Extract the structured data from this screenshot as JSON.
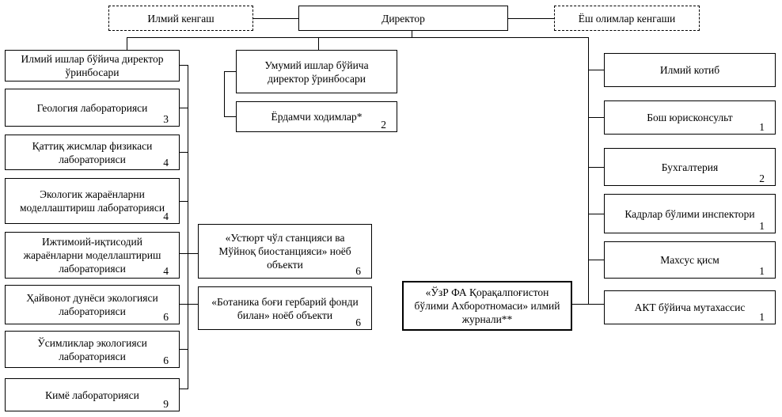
{
  "colors": {
    "line": "#000000",
    "background": "#ffffff",
    "text": "#000000"
  },
  "top_row": {
    "scientific_council": "Илмий кенгаш",
    "director": "Директор",
    "young_scientists_council": "Ёш олимлар кенгаши"
  },
  "left_column": {
    "deputy_science": "Илмий ишлар бўйича директор ўринбосари",
    "labs": [
      {
        "label": "Геология лабораторияси",
        "count": "3"
      },
      {
        "label": "Қаттиқ жисмлар физикаси лабораторияси",
        "count": "4"
      },
      {
        "label": "Экологик жараёнларни моделлаштириш лабораторияси",
        "count": "4"
      },
      {
        "label": "Ижтимоий-иқтисодий жараёнларни моделлаштириш лабораторияси",
        "count": "4"
      },
      {
        "label": "Ҳайвонот дунёси экологияси лабораторияси",
        "count": "6"
      },
      {
        "label": "Ўсимликлар экологияси лабораторияси",
        "count": "6"
      },
      {
        "label": "Кимё лабораторияси",
        "count": "9"
      }
    ]
  },
  "middle_column": {
    "deputy_general": "Умумий ишлар бўйича директор ўринбосари",
    "support_staff": {
      "label": "Ёрдамчи ходимлар*",
      "count": "2"
    },
    "unique_objects": [
      {
        "label": "«Устюрт чўл станцияси ва Мўйноқ биостанцияси» ноёб объекти",
        "count": "6"
      },
      {
        "label": "«Ботаника боғи гербарий фонди билан» ноёб объекти",
        "count": "6"
      }
    ],
    "journal": "«ЎзР ФА Қорақалпоғистон бўлими Ахборотномаси» илмий журнали**"
  },
  "right_column": [
    {
      "label": "Илмий котиб"
    },
    {
      "label": "Бош юрисконсульт",
      "count": "1"
    },
    {
      "label": "Бухгалтерия",
      "count": "2"
    },
    {
      "label": "Кадрлар бўлими инспектори",
      "count": "1"
    },
    {
      "label": "Махсус қисм",
      "count": "1"
    },
    {
      "label": "АКТ бўйича мутахассис",
      "count": "1"
    }
  ]
}
